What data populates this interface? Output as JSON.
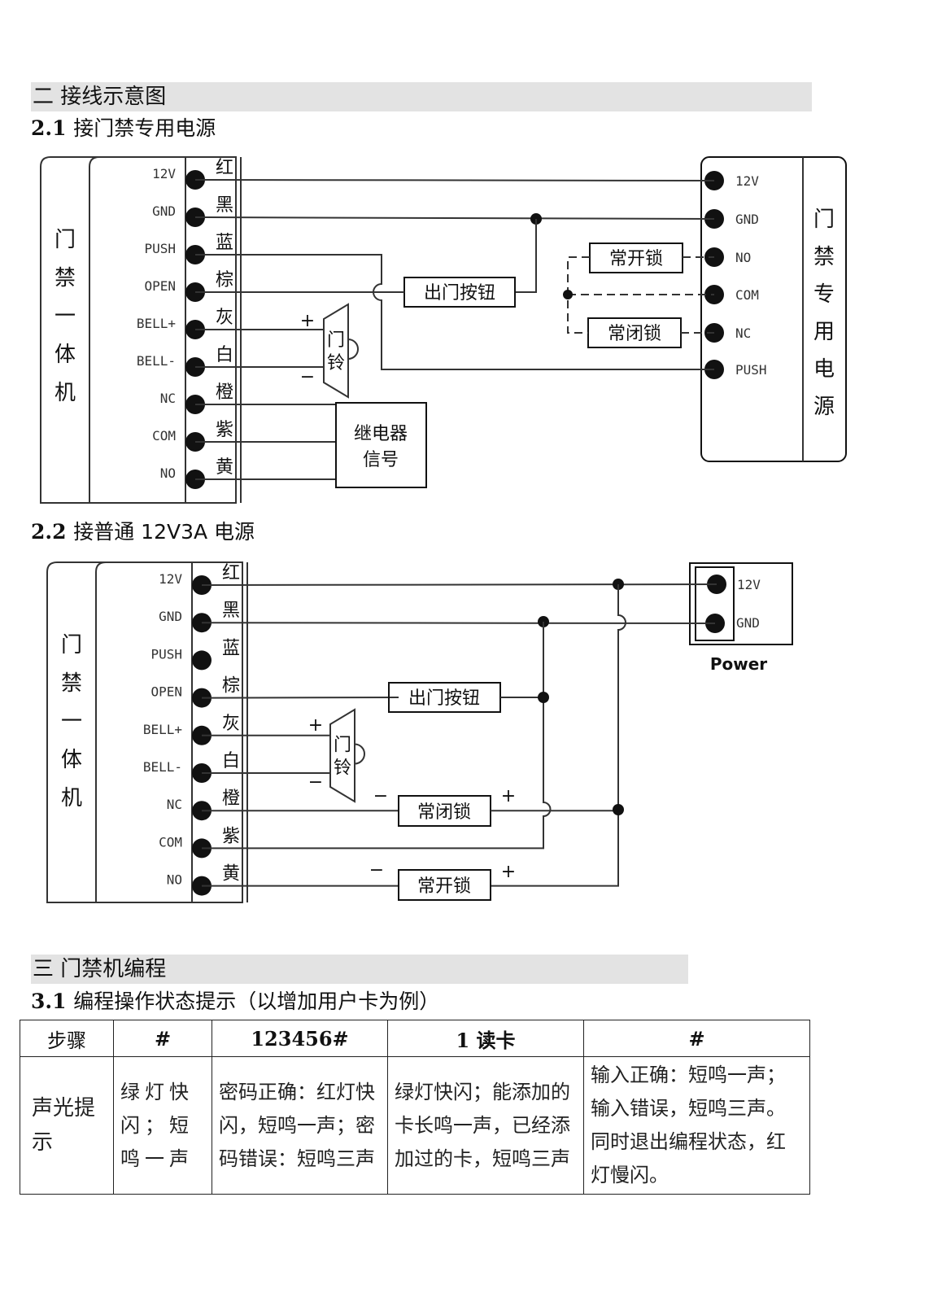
{
  "section2": {
    "title": "二 接线示意图",
    "sub1": {
      "num": "2.1",
      "text": "接门禁专用电源"
    },
    "sub2": {
      "num": "2.2",
      "text": "接普通 12V3A 电源"
    }
  },
  "diagram1": {
    "device_label": [
      "门",
      "禁",
      "一",
      "体",
      "机"
    ],
    "pins": [
      {
        "name": "12V",
        "wire": "红"
      },
      {
        "name": "GND",
        "wire": "黑"
      },
      {
        "name": "PUSH",
        "wire": "蓝"
      },
      {
        "name": "OPEN",
        "wire": "棕"
      },
      {
        "name": "BELL+",
        "wire": "灰"
      },
      {
        "name": "BELL-",
        "wire": "白"
      },
      {
        "name": "NC",
        "wire": "橙"
      },
      {
        "name": "COM",
        "wire": "紫"
      },
      {
        "name": "NO",
        "wire": "黄"
      }
    ],
    "exit_button": "出门按钮",
    "bell": [
      "门",
      "铃"
    ],
    "bell_plus": "+",
    "bell_minus": "−",
    "relay": [
      "继电器",
      "信号"
    ],
    "lock_no": "常开锁",
    "lock_nc": "常闭锁",
    "psu_pins": [
      "12V",
      "GND",
      "NO",
      "COM",
      "NC",
      "PUSH"
    ],
    "psu_label": [
      "门",
      "禁",
      "专",
      "用",
      "电",
      "源"
    ]
  },
  "diagram2": {
    "device_label": [
      "门",
      "禁",
      "一",
      "体",
      "机"
    ],
    "pins": [
      {
        "name": "12V",
        "wire": "红"
      },
      {
        "name": "GND",
        "wire": "黑"
      },
      {
        "name": "PUSH",
        "wire": "蓝"
      },
      {
        "name": "OPEN",
        "wire": "棕"
      },
      {
        "name": "BELL+",
        "wire": "灰"
      },
      {
        "name": "BELL-",
        "wire": "白"
      },
      {
        "name": "NC",
        "wire": "橙"
      },
      {
        "name": "COM",
        "wire": "紫"
      },
      {
        "name": "NO",
        "wire": "黄"
      }
    ],
    "exit_button": "出门按钮",
    "bell": [
      "门",
      "铃"
    ],
    "bell_plus": "+",
    "bell_minus": "−",
    "lock_nc": "常闭锁",
    "lock_no": "常开锁",
    "plus": "+",
    "minus": "−",
    "power_pins": [
      "12V",
      "GND"
    ],
    "power_label": "Power"
  },
  "section3": {
    "title": "三 门禁机编程",
    "sub1": {
      "num": "3.1",
      "text": "编程操作状态提示（以增加用户卡为例）"
    }
  },
  "table": {
    "headers": [
      "步骤",
      "#",
      "123456#",
      "1 读卡",
      "#"
    ],
    "row_label": "声光提示",
    "cells": [
      "绿灯快闪；短鸣一声",
      "密码正确：红灯快闪，短鸣一声；密码错误：短鸣三声",
      "绿灯快闪；能添加的卡长鸣一声，已经添加过的卡，短鸣三声",
      "输入正确：短鸣一声；输入错误，短鸣三声。同时退出编程状态，红灯慢闪。"
    ]
  }
}
